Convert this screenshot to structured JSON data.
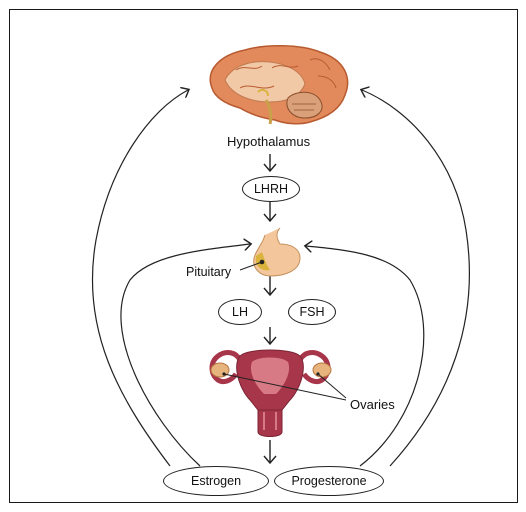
{
  "diagram": {
    "hypothalamus_label": "Hypothalamus",
    "lhrh_label": "LHRH",
    "pituitary_label": "Pituitary",
    "lh_label": "LH",
    "fsh_label": "FSH",
    "ovaries_label": "Ovaries",
    "estrogen_label": "Estrogen",
    "progesterone_label": "Progesterone"
  },
  "icons": {
    "brain": "brain-icon",
    "pituitary": "pituitary-gland-icon",
    "uterus": "uterus-ovaries-icon"
  },
  "colors": {
    "brain_outer": "#e28a5c",
    "brain_inner": "#f2c9a6",
    "pituitary_fill": "#f3c69c",
    "pituitary_tip": "#d9b33c",
    "uterus_fill": "#a8364a",
    "uterus_light": "#d87a86",
    "ovary_fill": "#e8b47e",
    "arrow": "#222222"
  }
}
